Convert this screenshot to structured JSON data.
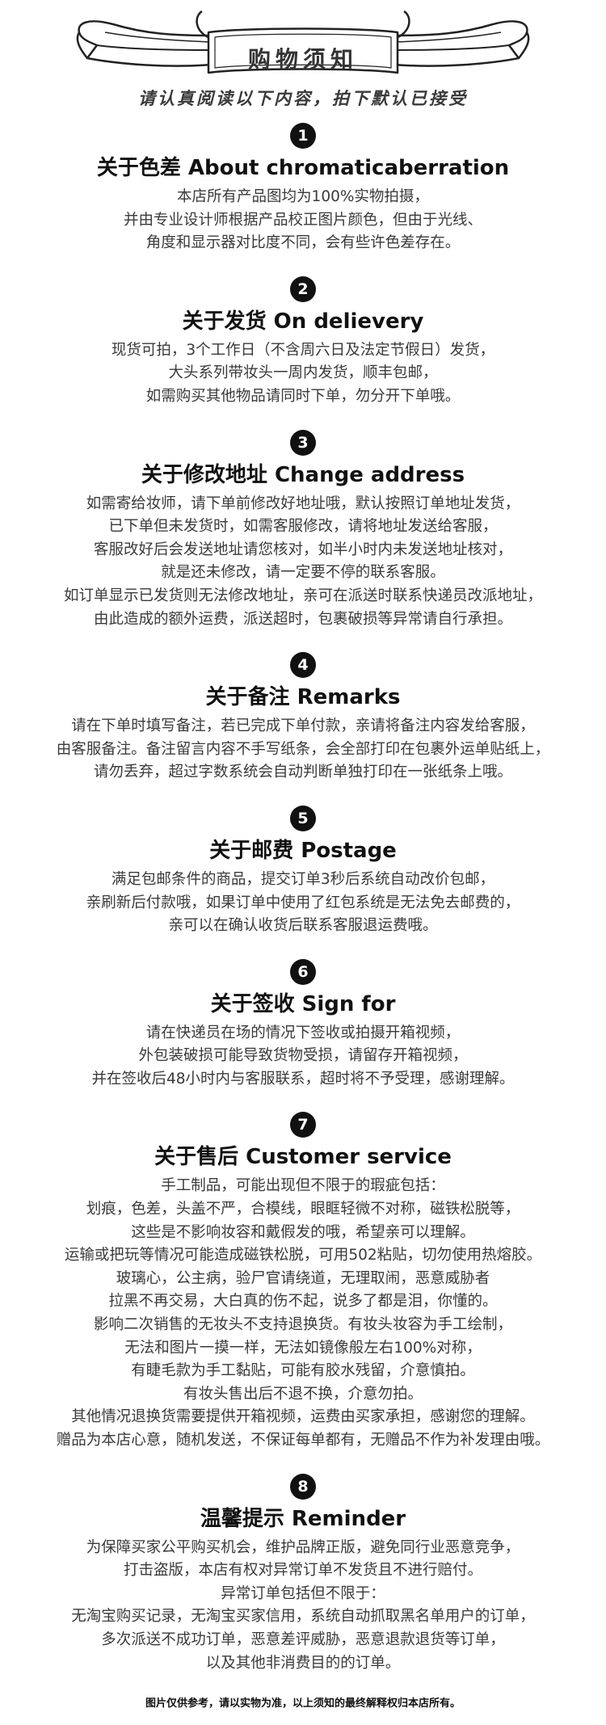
{
  "header": {
    "title": "购物须知",
    "subtitle": "请认真阅读以下内容，拍下默认已接受"
  },
  "sections": [
    {
      "number": "1",
      "title": "关于色差 About chromaticaberration",
      "lines": [
        "本店所有产品图均为100%实物拍摄，",
        "并由专业设计师根据产品校正图片颜色，但由于光线、",
        "角度和显示器对比度不同，会有些许色差存在。"
      ]
    },
    {
      "number": "2",
      "title": "关于发货 On delievery",
      "lines": [
        "现货可拍，3个工作日（不含周六日及法定节假日）发货，",
        "大头系列带妆头一周内发货，顺丰包邮，",
        "如需购买其他物品请同时下单，勿分开下单哦。"
      ]
    },
    {
      "number": "3",
      "title": "关于修改地址 Change address",
      "lines": [
        "如需寄给妆师，请下单前修改好地址哦，默认按照订单地址发货，",
        "已下单但未发货时，如需客服修改，请将地址发送给客服，",
        "客服改好后会发送地址请您核对，如半小时内未发送地址核对，",
        "就是还未修改，请一定要不停的联系客服。",
        "如订单显示已发货则无法修改地址，亲可在派送时联系快递员改派地址，",
        "由此造成的额外运费，派送超时，包裹破损等异常请自行承担。"
      ]
    },
    {
      "number": "4",
      "title": "关于备注 Remarks",
      "lines": [
        "请在下单时填写备注，若已完成下单付款，亲请将备注内容发给客服，",
        "由客服备注。备注留言内容不手写纸条，会全部打印在包裹外运单贴纸上，",
        "请勿丢弃，超过字数系统会自动判断单独打印在一张纸条上哦。"
      ]
    },
    {
      "number": "5",
      "title": "关于邮费 Postage",
      "lines": [
        "满足包邮条件的商品，提交订单3秒后系统自动改价包邮，",
        "亲刷新后付款哦，如果订单中使用了红包系统是无法免去邮费的，",
        "亲可以在确认收货后联系客服退运费哦。"
      ]
    },
    {
      "number": "6",
      "title": "关于签收 Sign for",
      "lines": [
        "请在快递员在场的情况下签收或拍摄开箱视频，",
        "外包装破损可能导致货物受损，请留存开箱视频，",
        "并在签收后48小时内与客服联系，超时将不予受理，感谢理解。"
      ]
    },
    {
      "number": "7",
      "title": "关于售后 Customer service",
      "lines": [
        "手工制品，可能出现但不限于的瑕疵包括：",
        "划痕，色差，头盖不严，合模线，眼眶轻微不对称，磁铁松脱等，",
        "这些是不影响妆容和戴假发的哦，希望亲可以理解。",
        "运输或把玩等情况可能造成磁铁松脱，可用502粘贴，切勿使用热熔胶。",
        "玻璃心，公主病，验尸官请绕道，无理取闹，恶意威胁者",
        "拉黑不再交易，大白真的伤不起，说多了都是泪，你懂的。",
        "影响二次销售的无妆头不支持退换货。有妆头妆容为手工绘制，",
        "无法和图片一摸一样，无法如镜像般左右100%对称，",
        "有睫毛款为手工黏贴，可能有胶水残留，介意慎拍。",
        "有妆头售出后不退不换，介意勿拍。",
        "其他情况退换货需要提供开箱视频，运费由买家承担，感谢您的理解。",
        "赠品为本店心意，随机发送，不保证每单都有，无赠品不作为补发理由哦。"
      ]
    },
    {
      "number": "8",
      "title": "温馨提示 Reminder",
      "lines": [
        "为保障买家公平购买机会，维护品牌正版，避免同行业恶意竞争，",
        "打击盗版，本店有权对异常订单不发货且不进行赔付。",
        "异常订单包括但不限于：",
        "无淘宝购买记录，无淘宝买家信用，系统自动抓取黑名单用户的订单，",
        "多次派送不成功订单，恶意差评威胁，恶意退款退货等订单，",
        "以及其他非消费目的的订单。"
      ]
    }
  ],
  "footer": {
    "text": "图片仅供参考，请以实物为准，以上须知的最终解释权归本店所有。"
  }
}
